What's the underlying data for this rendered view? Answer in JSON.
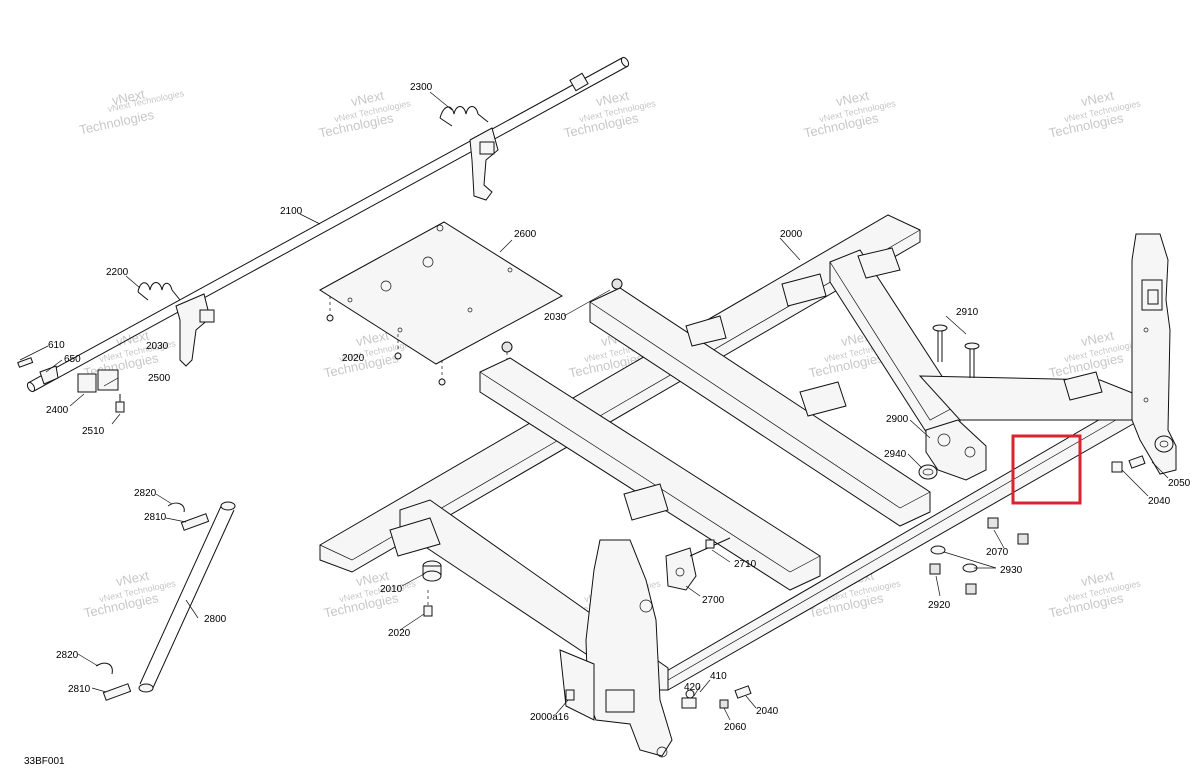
{
  "diagram_code": "33BF001",
  "watermark": {
    "line1": "vNext",
    "line2": "Technologies",
    "line3": "vNext Technologies"
  },
  "highlight_color": "#d9232e",
  "callouts": [
    {
      "id": "c2300",
      "text": "2300"
    },
    {
      "id": "c2100",
      "text": "2100"
    },
    {
      "id": "c2200",
      "text": "2200"
    },
    {
      "id": "c2600",
      "text": "2600"
    },
    {
      "id": "c2000",
      "text": "2000"
    },
    {
      "id": "c2030a",
      "text": "2030"
    },
    {
      "id": "c2030b",
      "text": "2030"
    },
    {
      "id": "c2910",
      "text": "2910"
    },
    {
      "id": "c610",
      "text": "610"
    },
    {
      "id": "c650",
      "text": "650"
    },
    {
      "id": "c2500",
      "text": "2500"
    },
    {
      "id": "c2400",
      "text": "2400"
    },
    {
      "id": "c2510",
      "text": "2510"
    },
    {
      "id": "c2020a",
      "text": "2020"
    },
    {
      "id": "c2900",
      "text": "2900"
    },
    {
      "id": "c2940",
      "text": "2940"
    },
    {
      "id": "c2050",
      "text": "2050"
    },
    {
      "id": "c2040a",
      "text": "2040"
    },
    {
      "id": "c2820a",
      "text": "2820"
    },
    {
      "id": "c2810a",
      "text": "2810"
    },
    {
      "id": "c2800",
      "text": "2800"
    },
    {
      "id": "c2820b",
      "text": "2820"
    },
    {
      "id": "c2810b",
      "text": "2810"
    },
    {
      "id": "c2070",
      "text": "2070"
    },
    {
      "id": "c2930",
      "text": "2930"
    },
    {
      "id": "c2920",
      "text": "2920"
    },
    {
      "id": "c2710",
      "text": "2710"
    },
    {
      "id": "c2700",
      "text": "2700"
    },
    {
      "id": "c2010",
      "text": "2010"
    },
    {
      "id": "c2020b",
      "text": "2020"
    },
    {
      "id": "c420",
      "text": "420"
    },
    {
      "id": "c410",
      "text": "410"
    },
    {
      "id": "c2040b",
      "text": "2040"
    },
    {
      "id": "c2060",
      "text": "2060"
    },
    {
      "id": "c2000a16",
      "text": "2000a16"
    }
  ]
}
